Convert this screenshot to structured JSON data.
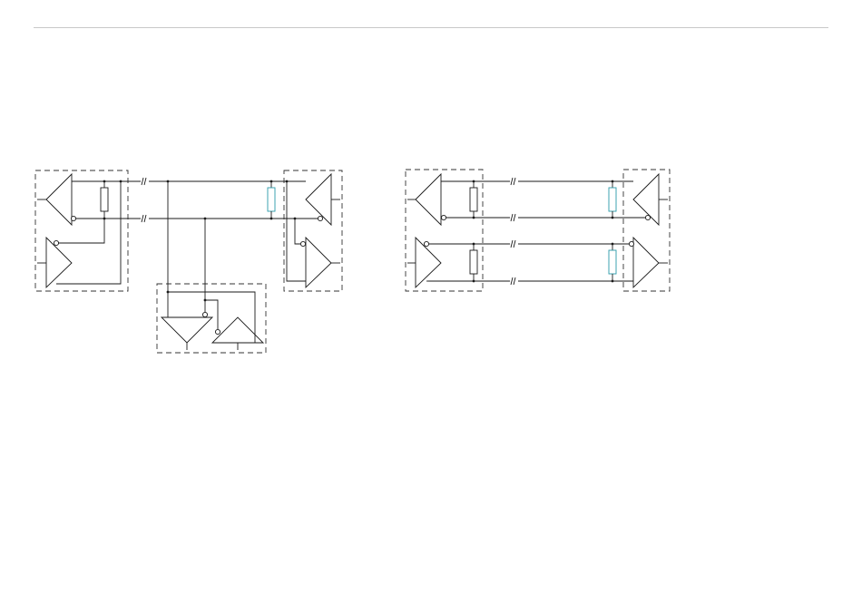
{
  "colors": {
    "rule": "#c8c8c8",
    "wire": "#1a1a1a",
    "box": "#333333",
    "resistor": "#1a1a1a",
    "termination_resistor": "#2a9aa8"
  },
  "diagrams": [
    {
      "id": "two-wire-bus",
      "nodes": [
        "transceiver-left",
        "transceiver-right",
        "transceiver-bottom"
      ],
      "termination_resistors": 2
    },
    {
      "id": "four-wire-link",
      "nodes": [
        "transceiver-left",
        "transceiver-right"
      ],
      "termination_resistors": 4
    }
  ]
}
